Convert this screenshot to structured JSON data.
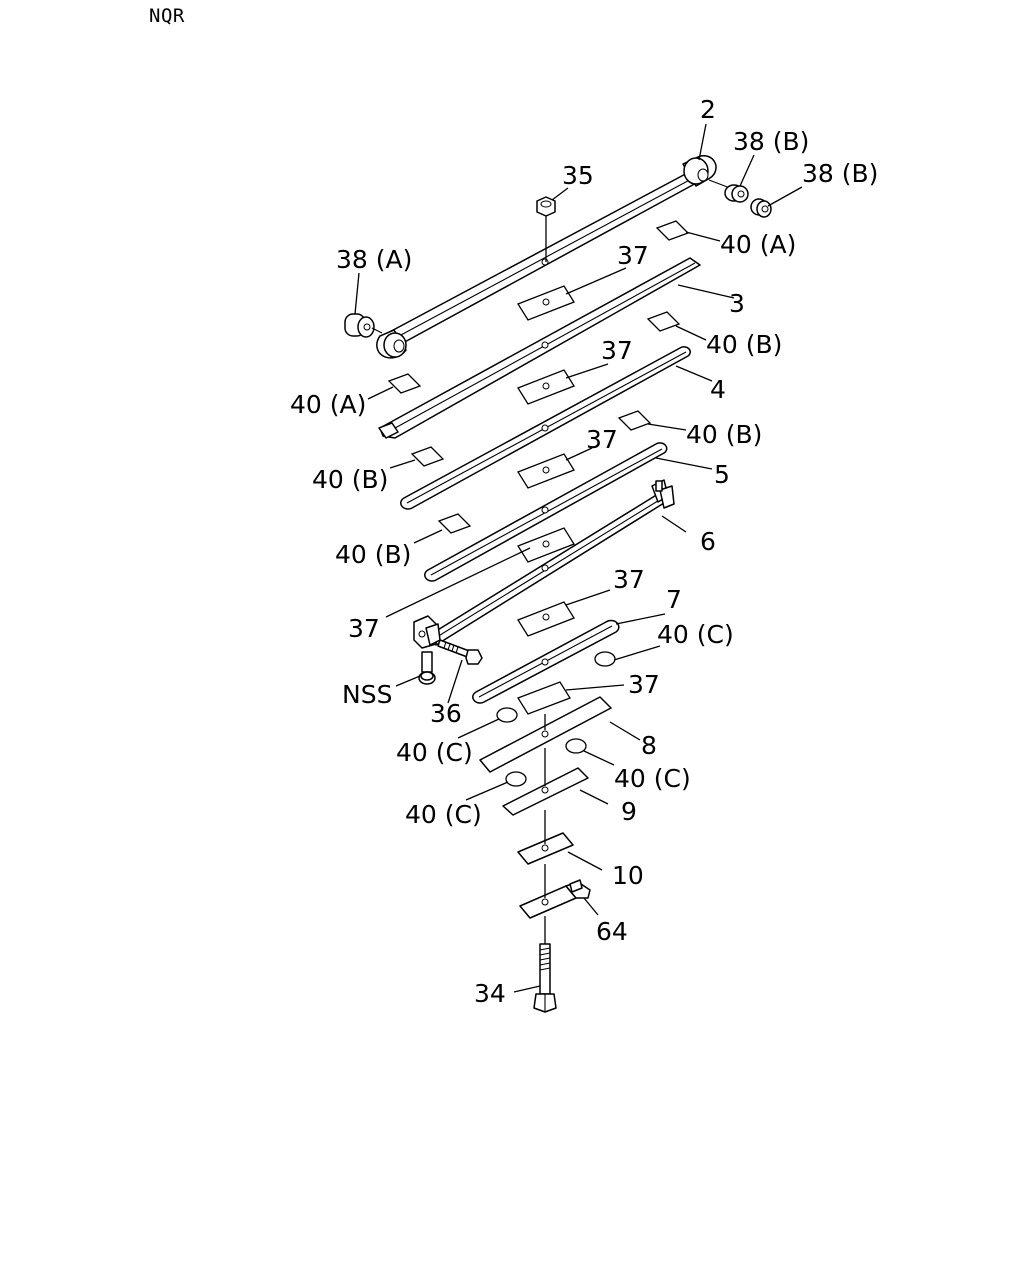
{
  "model_code": "NQR",
  "labels": {
    "p2": "2",
    "p38b_1": "38 (B)",
    "p38b_2": "38 (B)",
    "p35": "35",
    "p38a": "38 (A)",
    "p40a_right": "40 (A)",
    "p37_1": "37",
    "p3": "3",
    "p40b_r1": "40 (B)",
    "p40a_left": "40 (A)",
    "p37_2": "37",
    "p4": "4",
    "p40b_r2": "40 (B)",
    "p40b_l1": "40 (B)",
    "p37_3": "37",
    "p5": "5",
    "p6": "6",
    "p40b_l2": "40 (B)",
    "p37_4": "37",
    "p37_5": "37",
    "p7": "7",
    "p40c_r1": "40 (C)",
    "pNSS": "NSS",
    "p37_6": "37",
    "p36": "36",
    "p40c_l1": "40 (C)",
    "p8": "8",
    "p40c_r2": "40 (C)",
    "p40c_l2": "40 (C)",
    "p9": "9",
    "p10": "10",
    "p64": "64",
    "p34": "34"
  }
}
